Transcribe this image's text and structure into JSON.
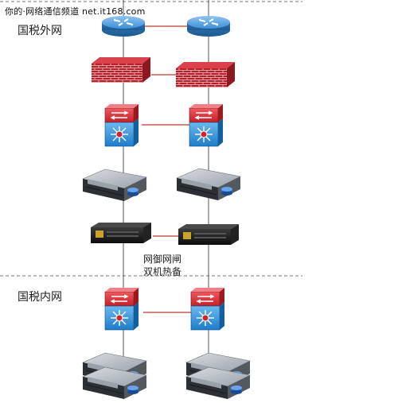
{
  "watermark": "你的·网络通信频道 net.it168.com",
  "zones": {
    "external": "国税外网",
    "internal": "国税内网"
  },
  "gap_device_label": {
    "line1": "网御网闸",
    "line2": "双机热备"
  },
  "icons": {
    "router": "router-icon",
    "firewall": "firewall-icon",
    "switch": "l3-switch-icon",
    "server": "rack-server-icon",
    "gap": "network-gap-appliance-icon"
  },
  "colors": {
    "link": "#c0392b",
    "trunk": "#555555",
    "firewall": "#b3202a",
    "router": "#3d8fd6",
    "switch_blue": "#2f8fd8",
    "switch_red": "#d2262e"
  }
}
